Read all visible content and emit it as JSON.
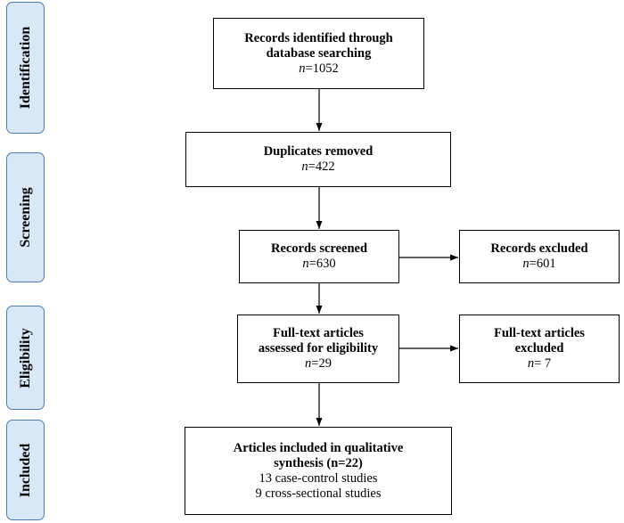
{
  "stages": [
    {
      "id": "identification",
      "label": "Identification"
    },
    {
      "id": "screening",
      "label": "Screening"
    },
    {
      "id": "eligibility",
      "label": "Eligibility"
    },
    {
      "id": "included",
      "label": "Included"
    }
  ],
  "boxes": {
    "identified": {
      "title_line1": "Records identified through",
      "title_line2": "database searching",
      "n_label": "n",
      "n_value": "=1052"
    },
    "duplicates": {
      "title": "Duplicates removed",
      "n_label": "n",
      "n_value": "=422"
    },
    "screened": {
      "title": "Records screened",
      "n_label": "n",
      "n_value": "=630"
    },
    "excluded": {
      "title": "Records excluded",
      "n_label": "n",
      "n_value": "=601"
    },
    "fulltext": {
      "title_line1": "Full-text articles",
      "title_line2": "assessed for eligibility",
      "n_label": "n",
      "n_value": "=29"
    },
    "fulltext_excluded": {
      "title_line1": "Full-text articles",
      "title_line2": "excluded",
      "n_label": "n",
      "n_value": "= 7"
    },
    "included": {
      "title_line1": "Articles included in qualitative",
      "title_line2": "synthesis (n=22)",
      "line3": "13 case-control studies",
      "line4": "9 cross-sectional studies"
    }
  }
}
